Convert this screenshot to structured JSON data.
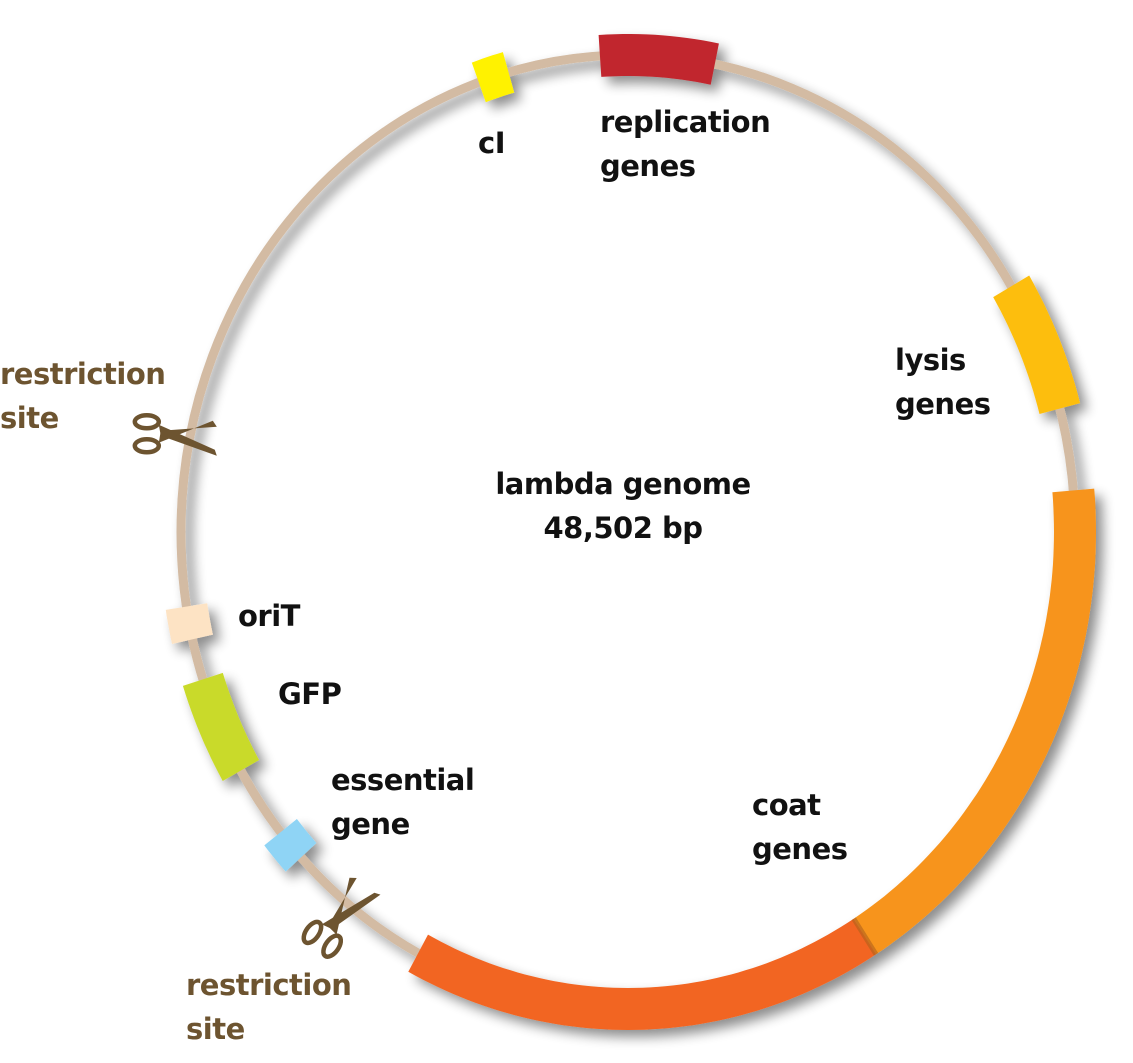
{
  "title": "lambda genome",
  "size": "48,502 bp",
  "colors": {
    "backbone": "#d3bba3",
    "restriction": "#6d5430",
    "text": "#111111"
  },
  "segments": [
    {
      "id": "cI",
      "label": "cI",
      "color": "#fff200",
      "start_deg": -19.5,
      "end_deg": -15.5
    },
    {
      "id": "replication",
      "label": "replication genes",
      "color": "#c1272d",
      "start_deg": -3.6,
      "end_deg": 11.2
    },
    {
      "id": "lysis",
      "label": "lysis genes",
      "color": "#fdbe10",
      "start_deg": 59,
      "end_deg": 75
    },
    {
      "id": "coat",
      "label": "coat genes",
      "color": "#f7941d",
      "start_deg": 85,
      "end_deg": 148
    },
    {
      "id": "coat2",
      "label": "",
      "color": "#f26522",
      "start_deg": 148,
      "end_deg": 208
    },
    {
      "id": "essential",
      "label": "essential gene",
      "color": "#8fd4f5",
      "start_deg": 227,
      "end_deg": 231
    },
    {
      "id": "gfp",
      "label": "GFP",
      "color": "#c9da2a",
      "start_deg": 240,
      "end_deg": 252
    },
    {
      "id": "orit",
      "label": "oriT",
      "color": "#fde3c4",
      "start_deg": 257,
      "end_deg": 261
    }
  ],
  "labels": {
    "cI": [
      "cI"
    ],
    "replication": [
      "replication",
      "genes"
    ],
    "lysis": [
      "lysis",
      "genes"
    ],
    "coat": [
      "coat",
      "genes"
    ],
    "orit": [
      "oriT"
    ],
    "gfp": [
      "GFP"
    ],
    "essential": [
      "essential",
      "gene"
    ],
    "restriction_left": [
      "restriction",
      "site"
    ],
    "restriction_bottom": [
      "restriction",
      "site"
    ],
    "center": [
      "lambda genome",
      "48,502 bp"
    ]
  },
  "restriction_sites": [
    {
      "id": "left",
      "deg": 282
    },
    {
      "id": "bottom",
      "deg": 219
    }
  ]
}
